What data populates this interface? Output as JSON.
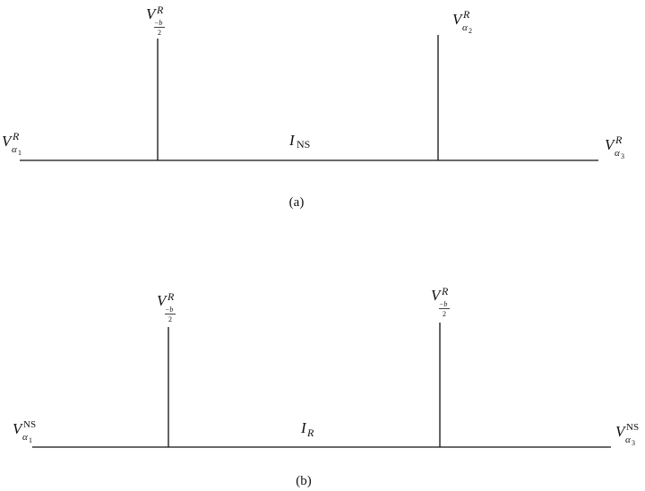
{
  "panel_a": {
    "caption": "(a)",
    "left_end": {
      "main": "V",
      "sup": "R",
      "sub_greek": "α",
      "sub_index": "1"
    },
    "right_end": {
      "main": "V",
      "sup": "R",
      "sub_greek": "α",
      "sub_index": "3"
    },
    "middle": {
      "main": "I",
      "sub": "NS"
    },
    "branch_1": {
      "main": "V",
      "sup": "R",
      "frac_num": "−b",
      "frac_den": "2"
    },
    "branch_2": {
      "main": "V",
      "sup": "R",
      "sub_greek": "α",
      "sub_index": "2"
    }
  },
  "panel_b": {
    "caption": "(b)",
    "left_end": {
      "main": "V",
      "sup": "NS",
      "sub_greek": "α",
      "sub_index": "1"
    },
    "right_end": {
      "main": "V",
      "sup": "NS",
      "sub_greek": "α",
      "sub_index": "3"
    },
    "middle": {
      "main": "I",
      "sub": "R"
    },
    "branch_1": {
      "main": "V",
      "sup": "R",
      "frac_num": "−b",
      "frac_den": "2"
    },
    "branch_2": {
      "main": "V",
      "sup": "R",
      "frac_num": "−b",
      "frac_den": "2"
    }
  }
}
